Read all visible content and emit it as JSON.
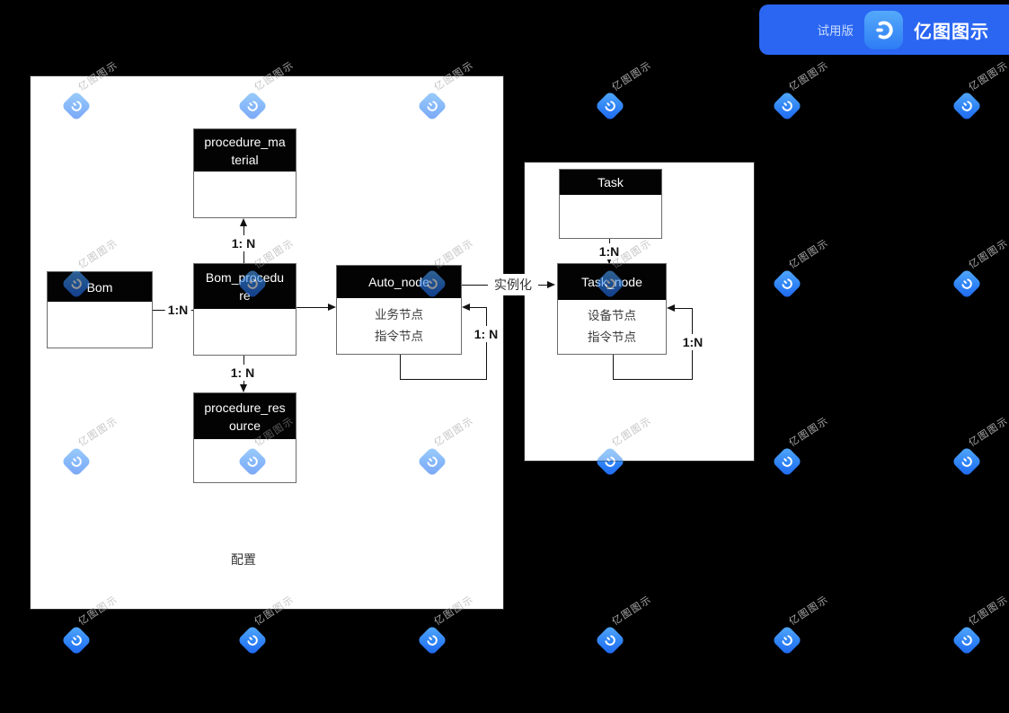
{
  "banner": {
    "trial_label": "试用版",
    "brand_name": "亿图图示"
  },
  "watermark": {
    "text": "亿图图示"
  },
  "diagram": {
    "group_labels": {
      "config": "配置"
    },
    "entities": [
      {
        "name": "procedure_material",
        "title_lines": [
          "procedure_ma",
          "terial"
        ],
        "body_lines": []
      },
      {
        "name": "bom",
        "title_lines": [
          "Bom"
        ],
        "body_lines": []
      },
      {
        "name": "bom_procedure",
        "title_lines": [
          "Bom_procedu",
          "re"
        ],
        "body_lines": []
      },
      {
        "name": "auto_node",
        "title_lines": [
          "Auto_node"
        ],
        "body_lines": [
          "业务节点",
          "指令节点"
        ]
      },
      {
        "name": "procedure_resource",
        "title_lines": [
          "procedure_res",
          "ource"
        ],
        "body_lines": []
      },
      {
        "name": "task",
        "title_lines": [
          "Task"
        ],
        "body_lines": []
      },
      {
        "name": "task_node",
        "title_lines": [
          "Task_node"
        ],
        "body_lines": [
          "设备节点",
          "指令节点"
        ]
      }
    ],
    "edge_labels": {
      "bom_bomprocedure": "1:N",
      "bomprocedure_material": "1: N",
      "bomprocedure_resource": "1: N",
      "autonode_self": "1: N",
      "instantiation": "实例化",
      "task_tasknode": "1:N",
      "tasknode_self": "1:N"
    },
    "colors": {
      "accent_blue": "#2a66f2",
      "diamond_blue_light": "#55abfa",
      "diamond_blue_dark": "#1e66f0",
      "entity_header": "#000000"
    }
  }
}
